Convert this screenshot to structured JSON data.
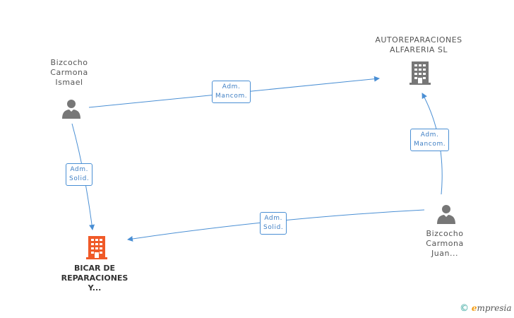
{
  "nodes": {
    "bizcocho_ismael": {
      "lines": [
        "Bizcocho",
        "Carmona",
        "Ismael"
      ],
      "type": "person"
    },
    "autoreparaciones": {
      "lines": [
        "AUTOREPARACIONES",
        "ALFARERIA  SL"
      ],
      "type": "company"
    },
    "bicar": {
      "lines": [
        "BICAR DE",
        "REPARACIONES",
        "Y..."
      ],
      "type": "company",
      "highlight": true
    },
    "bizcocho_juan": {
      "lines": [
        "Bizcocho",
        "Carmona",
        "Juan..."
      ],
      "type": "person"
    }
  },
  "edges": {
    "ismael_to_auto": {
      "lines": [
        "Adm.",
        "Mancom."
      ]
    },
    "ismael_to_bicar": {
      "lines": [
        "Adm.",
        "Solid."
      ]
    },
    "juan_to_auto": {
      "lines": [
        "Adm.",
        "Mancom."
      ]
    },
    "juan_to_bicar": {
      "lines": [
        "Adm.",
        "Solid."
      ]
    }
  },
  "colors": {
    "edge": "#4a8fd4",
    "person_icon": "#777777",
    "company_icon": "#777777",
    "highlight_company": "#f05a28"
  },
  "footer": {
    "copyright": "©",
    "brand_initial": "e",
    "brand_rest": "mpresia"
  }
}
